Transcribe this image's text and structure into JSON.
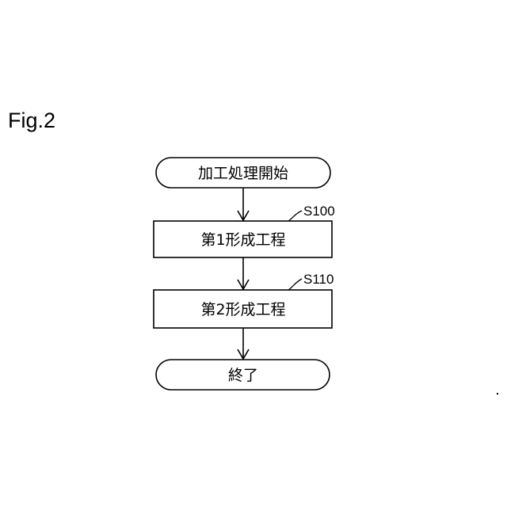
{
  "figure": {
    "label": "Fig.2"
  },
  "flowchart": {
    "start": "加工処理開始",
    "steps": [
      {
        "id": "S100",
        "label": "第1形成工程"
      },
      {
        "id": "S110",
        "label": "第2形成工程"
      }
    ],
    "end": "終了"
  },
  "colors": {
    "line": "#000000",
    "background": "#ffffff"
  }
}
